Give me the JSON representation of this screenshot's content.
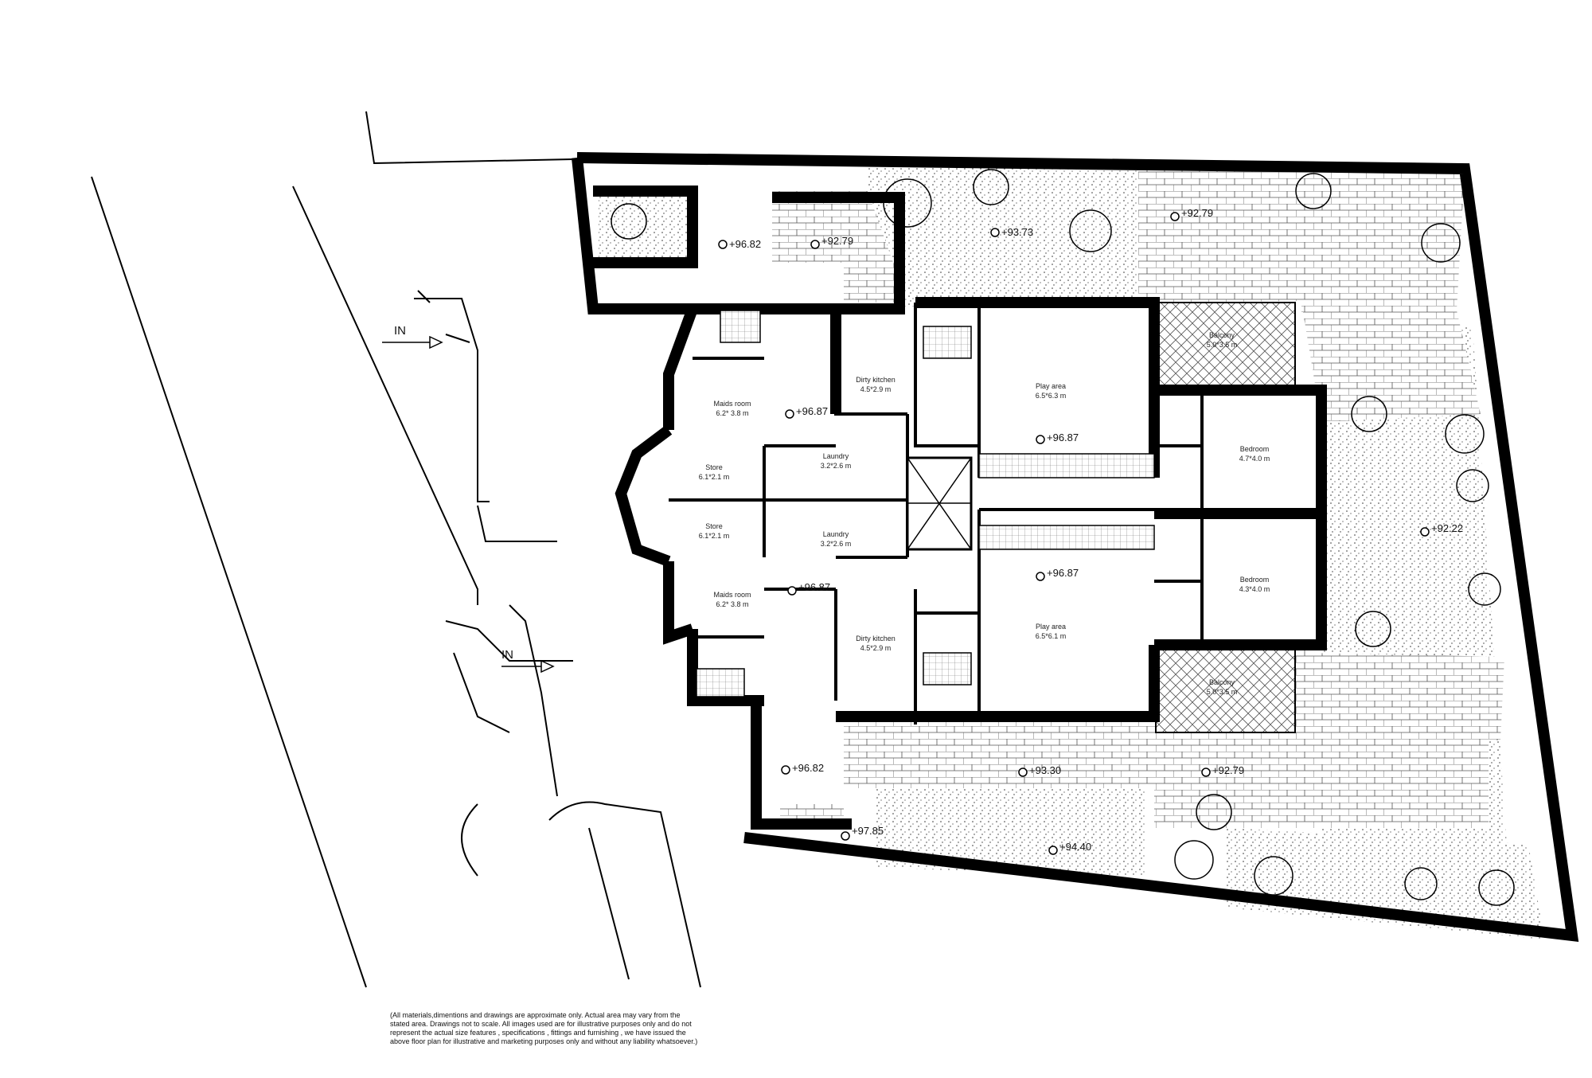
{
  "entrances": {
    "in_top": "IN",
    "in_bottom": "IN"
  },
  "rooms": {
    "maids_room_top": {
      "name": "Maids room",
      "size": "6.2* 3.8 m"
    },
    "maids_room_bottom": {
      "name": "Maids room",
      "size": "6.2* 3.8 m"
    },
    "store_top": {
      "name": "Store",
      "size": "6.1*2.1 m"
    },
    "store_bottom": {
      "name": "Store",
      "size": "6.1*2.1 m"
    },
    "laundry_top": {
      "name": "Laundry",
      "size": "3.2*2.6 m"
    },
    "laundry_bottom": {
      "name": "Laundry",
      "size": "3.2*2.6 m"
    },
    "dirty_kitchen_top": {
      "name": "Dirty kitchen",
      "size": "4.5*2.9 m"
    },
    "dirty_kitchen_bottom": {
      "name": "Dirty kitchen",
      "size": "4.5*2.9 m"
    },
    "play_area_top": {
      "name": "Play area",
      "size": "6.5*6.3 m"
    },
    "play_area_bottom": {
      "name": "Play area",
      "size": "6.5*6.1 m"
    },
    "bedroom_top": {
      "name": "Bedroom",
      "size": "4.7*4.0 m"
    },
    "bedroom_bottom": {
      "name": "Bedroom",
      "size": "4.3*4.0 m"
    },
    "balcony_top": {
      "name": "Balcony",
      "size": "5.0*3.5 m"
    },
    "balcony_bottom": {
      "name": "Balcony",
      "size": "5.0*3.5 m"
    }
  },
  "levels": {
    "l1": "+96.82",
    "l2": "+92.79",
    "l3": "+93.73",
    "l4": "+92.79",
    "l5": "+96.87",
    "l6": "+96.87",
    "l7": "+96.87",
    "l8": "+96.87",
    "l9": "+92.22",
    "l10": "+96.82",
    "l11": "+93.30",
    "l12": "+92.79",
    "l13": "+97.85",
    "l14": "+94.40"
  },
  "disclaimer": [
    "(All materials,dimentions and drawings are approximate only. Actual area may vary from the",
    "stated area. Drawings not to scale. All images used are for illustrative purposes only and do not",
    "represent the actual size features , specifications , fittings and furnishing , we have issued the",
    "above floor plan for illustrative and marketing purposes only and without any liability whatsoever.)"
  ]
}
